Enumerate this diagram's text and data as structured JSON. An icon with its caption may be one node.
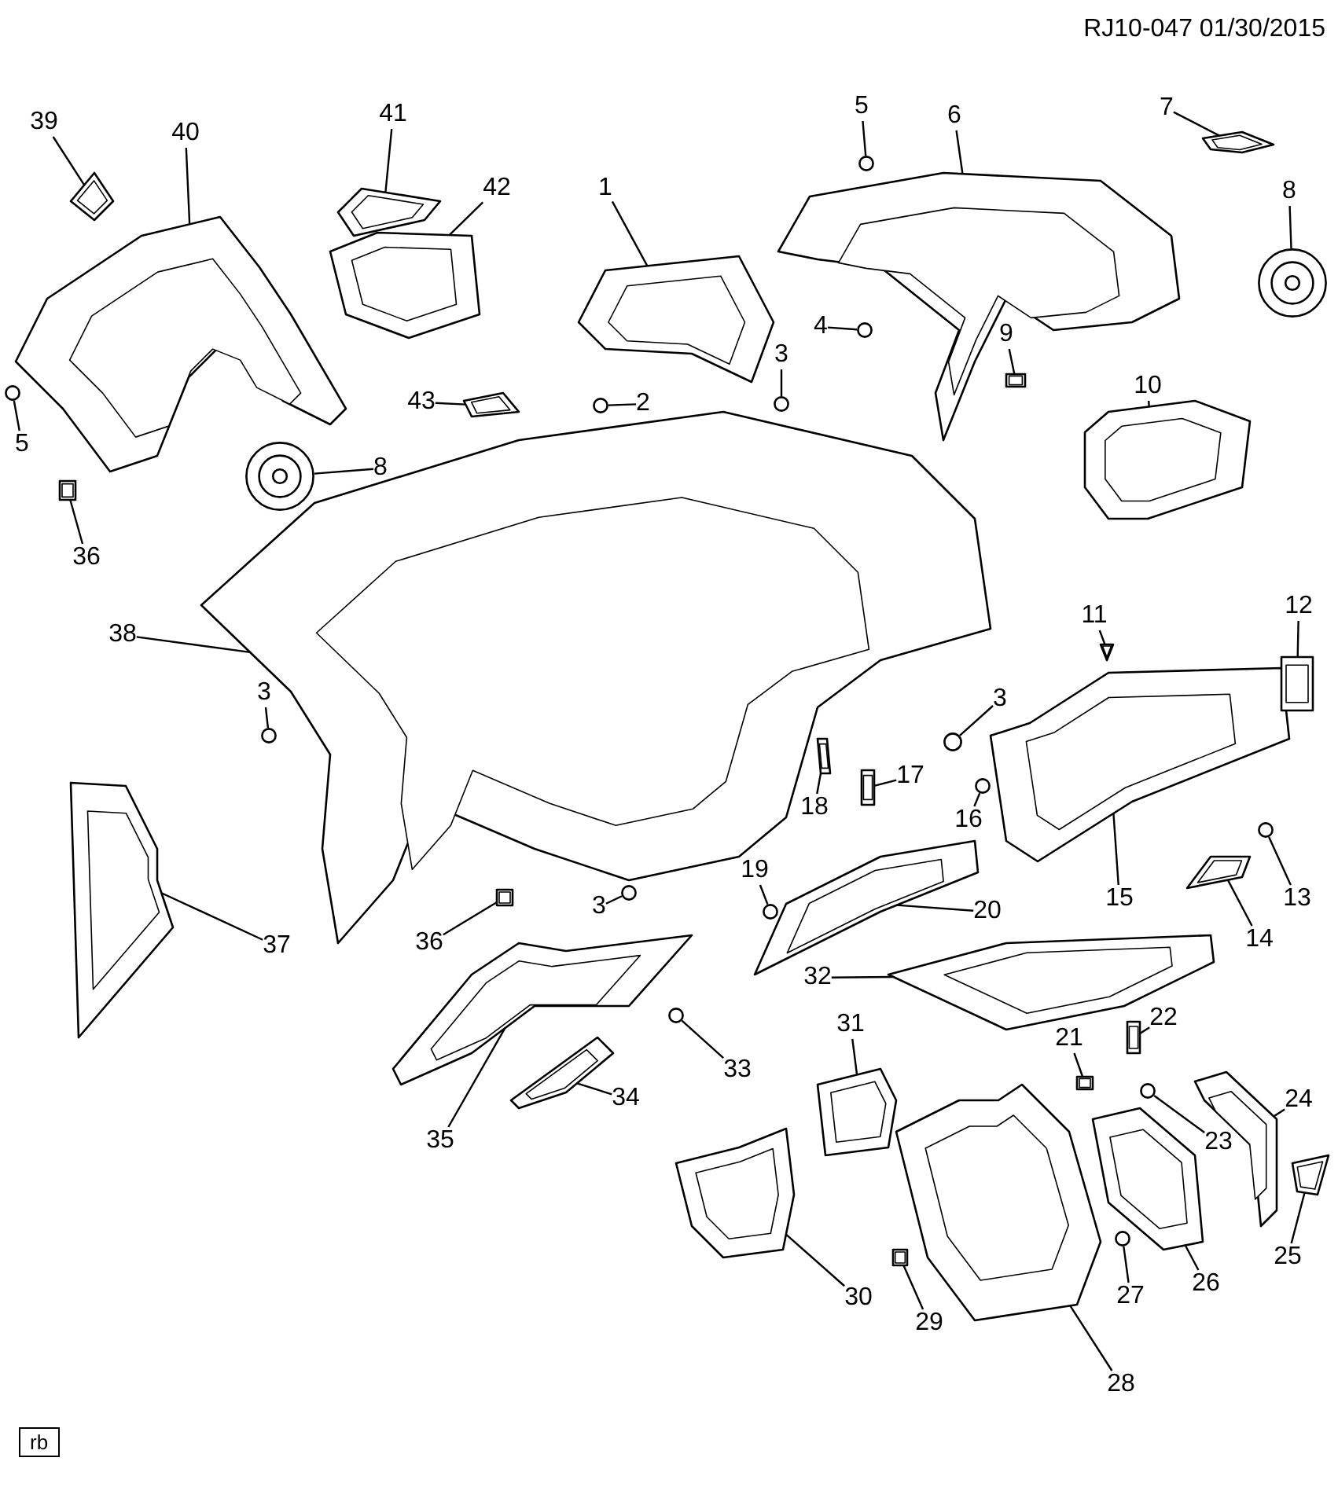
{
  "diagram": {
    "nodes": [
      {
        "text": [
          "1"
        ]
      },
      {
        "text": [],
        "shape": "picture"
      },
      {
        "text": [
          "2"
        ]
      },
      {
        "text": [],
        "shape": "circle"
      },
      {
        "text": [
          "3"
        ]
      },
      {
        "text": [],
        "shape": "circle"
      },
      {
        "text": [
          "3"
        ]
      },
      {
        "text": [],
        "shape": "circle"
      },
      {
        "text": [
          "3"
        ]
      },
      {
        "text": [],
        "shape": "circle"
      },
      {
        "text": [
          "3"
        ]
      },
      {
        "text": [],
        "shape": "circle"
      },
      {
        "text": [
          "4"
        ]
      },
      {
        "text": [],
        "shape": "circle"
      },
      {
        "text": [
          "5"
        ]
      },
      {
        "text": [],
        "shape": "circle"
      },
      {
        "text": [
          "5"
        ]
      },
      {
        "text": [],
        "shape": "circle"
      },
      {
        "text": [
          "6"
        ]
      },
      {
        "text": [],
        "shape": "picture"
      },
      {
        "text": [
          "7"
        ]
      },
      {
        "text": [],
        "shape": "picture"
      },
      {
        "text": [
          "8"
        ]
      },
      {
        "text": [],
        "shape": "picture"
      },
      {
        "text": [
          "8"
        ]
      },
      {
        "text": [],
        "shape": "picture"
      },
      {
        "text": [
          "9"
        ]
      },
      {
        "text": [],
        "shape": "picture"
      },
      {
        "text": [
          "10"
        ]
      },
      {
        "text": [],
        "shape": "picture"
      },
      {
        "text": [
          "11"
        ]
      },
      {
        "text": [],
        "shape": "picture"
      },
      {
        "text": [
          "12"
        ]
      },
      {
        "text": [],
        "shape": "picture"
      },
      {
        "text": [
          "13"
        ]
      },
      {
        "text": [],
        "shape": "circle"
      },
      {
        "text": [
          "14"
        ]
      },
      {
        "text": [],
        "shape": "picture"
      },
      {
        "text": [
          "15"
        ]
      },
      {
        "text": [],
        "shape": "picture"
      },
      {
        "text": [
          "16"
        ]
      },
      {
        "text": [],
        "shape": "circle"
      },
      {
        "text": [
          "17"
        ]
      },
      {
        "text": [],
        "shape": "picture"
      },
      {
        "text": [
          "18"
        ]
      },
      {
        "text": [],
        "shape": "picture"
      },
      {
        "text": [
          "19"
        ]
      },
      {
        "text": [],
        "shape": "circle"
      },
      {
        "text": [
          "20"
        ]
      },
      {
        "text": [],
        "shape": "picture"
      },
      {
        "text": [
          "21"
        ]
      },
      {
        "text": [],
        "shape": "picture"
      },
      {
        "text": [
          "22"
        ]
      },
      {
        "text": [],
        "shape": "picture"
      },
      {
        "text": [
          "23"
        ]
      },
      {
        "text": [],
        "shape": "circle"
      },
      {
        "text": [
          "24"
        ]
      },
      {
        "text": [],
        "shape": "picture"
      },
      {
        "text": [
          "25"
        ]
      },
      {
        "text": [],
        "shape": "picture"
      },
      {
        "text": [
          "26"
        ]
      },
      {
        "text": [],
        "shape": "picture"
      },
      {
        "text": [
          "27"
        ]
      },
      {
        "text": [],
        "shape": "circle"
      },
      {
        "text": [
          "28"
        ]
      },
      {
        "text": [],
        "shape": "picture"
      },
      {
        "text": [
          "29"
        ]
      },
      {
        "text": [],
        "shape": "picture"
      },
      {
        "text": [
          "30"
        ]
      },
      {
        "text": [],
        "shape": "picture"
      },
      {
        "text": [
          "31"
        ]
      },
      {
        "text": [],
        "shape": "picture"
      },
      {
        "text": [
          "32"
        ]
      },
      {
        "text": [],
        "shape": "picture"
      },
      {
        "text": [
          "33"
        ]
      },
      {
        "text": [],
        "shape": "circle"
      },
      {
        "text": [
          "34"
        ]
      },
      {
        "text": [],
        "shape": "picture"
      },
      {
        "text": [
          "35"
        ]
      },
      {
        "text": [],
        "shape": "picture"
      },
      {
        "text": [
          "36"
        ]
      },
      {
        "text": [],
        "shape": "picture"
      },
      {
        "text": [
          "36"
        ]
      },
      {
        "text": [],
        "shape": "picture"
      },
      {
        "text": [
          "37"
        ]
      },
      {
        "text": [],
        "shape": "picture"
      },
      {
        "text": [
          "38"
        ]
      },
      {
        "text": [],
        "shape": "picture"
      },
      {
        "text": [
          "39"
        ]
      },
      {
        "text": [],
        "shape": "picture"
      },
      {
        "text": [
          "40"
        ]
      },
      {
        "text": [],
        "shape": "picture"
      },
      {
        "text": [
          "41"
        ]
      },
      {
        "text": [],
        "shape": "picture"
      },
      {
        "text": [
          "42"
        ]
      },
      {
        "text": [],
        "shape": "picture"
      },
      {
        "text": [
          "43"
        ]
      },
      {
        "text": [],
        "shape": "picture"
      },
      {
        "text": [
          "rb"
        ]
      }
    ],
    "edges": [
      {
        "from": 0,
        "to": 1,
        "arrow": "none"
      },
      {
        "from": 2,
        "to": 3,
        "arrow": "none"
      },
      {
        "from": 4,
        "to": 5,
        "arrow": "none"
      },
      {
        "from": 6,
        "to": 7,
        "arrow": "none"
      },
      {
        "from": 8,
        "to": 9,
        "arrow": "none"
      },
      {
        "from": 10,
        "to": 11,
        "arrow": "none"
      },
      {
        "from": 12,
        "to": 13,
        "arrow": "none"
      },
      {
        "from": 14,
        "to": 15,
        "arrow": "none"
      },
      {
        "from": 16,
        "to": 17,
        "arrow": "none"
      },
      {
        "from": 18,
        "to": 19,
        "arrow": "none"
      },
      {
        "from": 20,
        "to": 21,
        "arrow": "none"
      },
      {
        "from": 22,
        "to": 23,
        "arrow": "none"
      },
      {
        "from": 24,
        "to": 25,
        "arrow": "none"
      },
      {
        "from": 26,
        "to": 27,
        "arrow": "none"
      },
      {
        "from": 28,
        "to": 29,
        "arrow": "none"
      },
      {
        "from": 30,
        "to": 31,
        "arrow": "none"
      },
      {
        "from": 32,
        "to": 33,
        "arrow": "none"
      },
      {
        "from": 34,
        "to": 35,
        "arrow": "none"
      },
      {
        "from": 36,
        "to": 37,
        "arrow": "none"
      },
      {
        "from": 38,
        "to": 39,
        "arrow": "none"
      },
      {
        "from": 40,
        "to": 41,
        "arrow": "none"
      },
      {
        "from": 42,
        "to": 43,
        "arrow": "none"
      },
      {
        "from": 44,
        "to": 45,
        "arrow": "none"
      },
      {
        "from": 46,
        "to": 47,
        "arrow": "none"
      },
      {
        "from": 48,
        "to": 49,
        "arrow": "none"
      },
      {
        "from": 50,
        "to": 51,
        "arrow": "none"
      },
      {
        "from": 52,
        "to": 53,
        "arrow": "none"
      },
      {
        "from": 54,
        "to": 55,
        "arrow": "none"
      },
      {
        "from": 56,
        "to": 57,
        "arrow": "none"
      },
      {
        "from": 58,
        "to": 59,
        "arrow": "none"
      },
      {
        "from": 60,
        "to": 61,
        "arrow": "none"
      },
      {
        "from": 62,
        "to": 63,
        "arrow": "none"
      },
      {
        "from": 64,
        "to": 65,
        "arrow": "none"
      },
      {
        "from": 66,
        "to": 67,
        "arrow": "none"
      },
      {
        "from": 68,
        "to": 69,
        "arrow": "none"
      },
      {
        "from": 70,
        "to": 71,
        "arrow": "none"
      },
      {
        "from": 72,
        "to": 73,
        "arrow": "none"
      },
      {
        "from": 74,
        "to": 75,
        "arrow": "none"
      },
      {
        "from": 76,
        "to": 77,
        "arrow": "none"
      },
      {
        "from": 78,
        "to": 79,
        "arrow": "none"
      },
      {
        "from": 80,
        "to": 81,
        "arrow": "none"
      },
      {
        "from": 82,
        "to": 83,
        "arrow": "none"
      },
      {
        "from": 84,
        "to": 85,
        "arrow": "none"
      },
      {
        "from": 86,
        "to": 87,
        "arrow": "none"
      },
      {
        "from": 88,
        "to": 89,
        "arrow": "none"
      },
      {
        "from": 90,
        "to": 91,
        "arrow": "none"
      },
      {
        "from": 92,
        "to": 93,
        "arrow": "none"
      },
      {
        "from": 94,
        "to": 95,
        "arrow": "none"
      },
      {
        "from": 96,
        "to": 97,
        "arrow": "none"
      }
    ],
    "labels": [
      "RJ10-047 01/30/2015"
    ]
  }
}
